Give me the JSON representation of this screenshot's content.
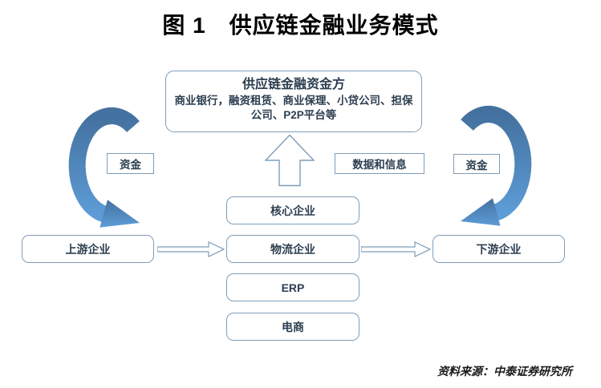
{
  "figure": {
    "title": "图 1　供应链金融业务模式"
  },
  "diagram": {
    "funder": {
      "title": "供应链金融资金方",
      "subtitle": "商业银行，融资租赁、商业保理、小贷公司、担保公司、P2P平台等"
    },
    "flow_labels": {
      "funds_left": "资金",
      "data_and_info": "数据和信息",
      "funds_right": "资金"
    },
    "upstream": "上游企业",
    "downstream": "下游企业",
    "chain_boxes": [
      "核心企业",
      "物流企业",
      "ERP",
      "电商"
    ]
  },
  "source_note": "资料来源：中泰证券研究所",
  "colors": {
    "box_border": "#7f9db9",
    "box_text": "#2c3e50",
    "arrow_gradient_top": "#44719f",
    "arrow_gradient_bottom": "#5d9cd7"
  }
}
